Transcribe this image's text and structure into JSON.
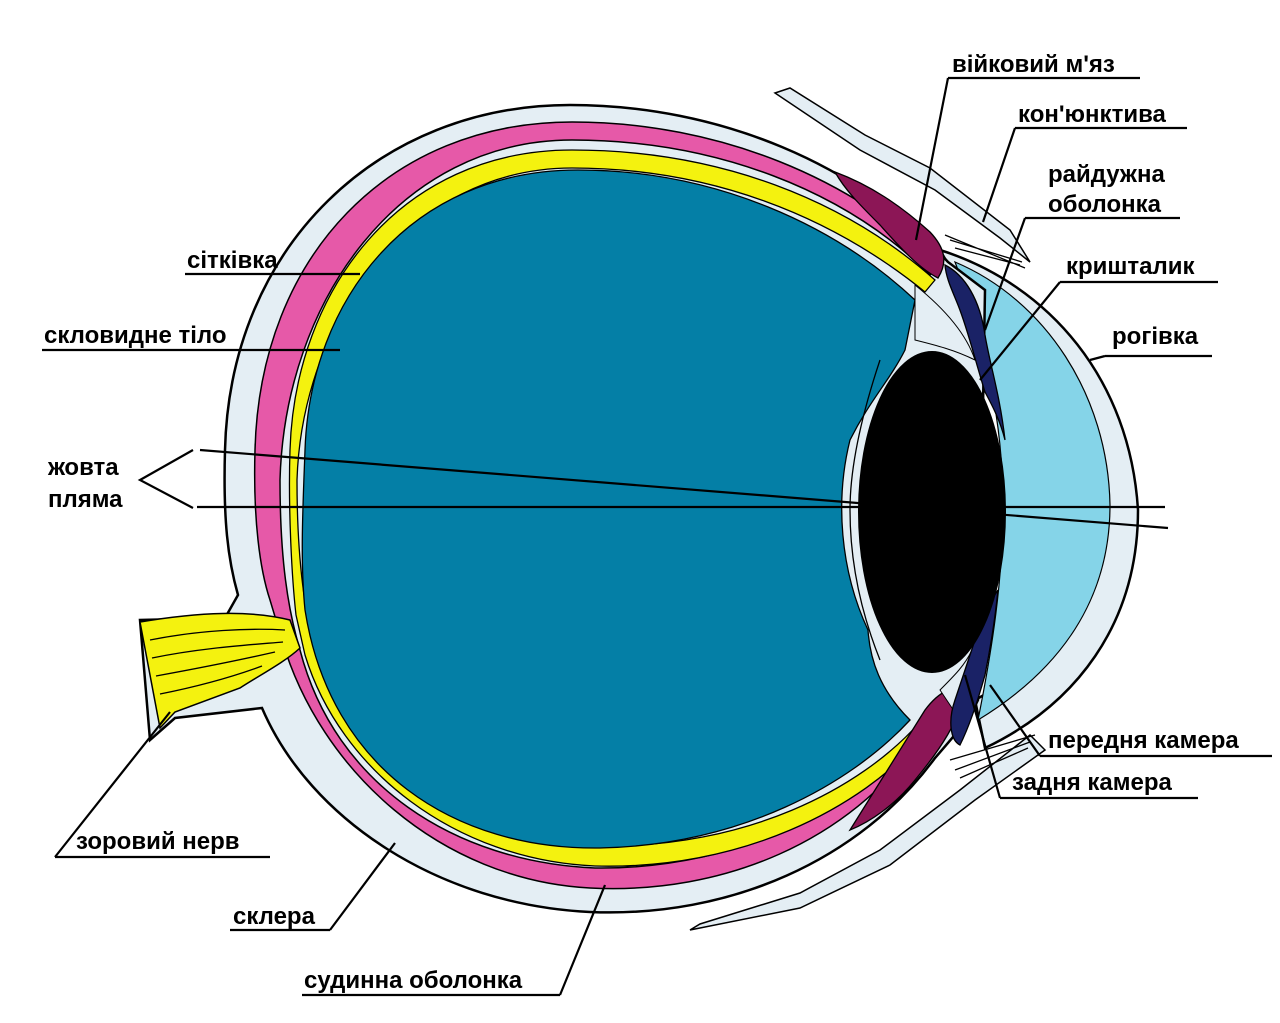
{
  "labels": {
    "ciliary_muscle": "війковий м'яз",
    "conjunctiva": "кон'юнктива",
    "iris_line1": "райдужна",
    "iris_line2": "оболонка",
    "lens": "кришталик",
    "cornea": "рогівка",
    "retina": "сітківка",
    "vitreous_body": "скловидне тіло",
    "macula_line1": "жовта",
    "macula_line2": "пляма",
    "optic_nerve": "зоровий нерв",
    "sclera": "склера",
    "choroid": "судинна оболонка",
    "anterior_chamber": "передня камера",
    "posterior_chamber": "задня камера"
  },
  "colors": {
    "sclera": "#e4eef4",
    "choroid": "#e659a8",
    "retina": "#f4f20f",
    "vitreous": "#047fa6",
    "lens": "#000000",
    "cornea": "#85d4e8",
    "iris": "#1a2266",
    "ciliary_muscle": "#8c1656",
    "outline": "#000000"
  }
}
